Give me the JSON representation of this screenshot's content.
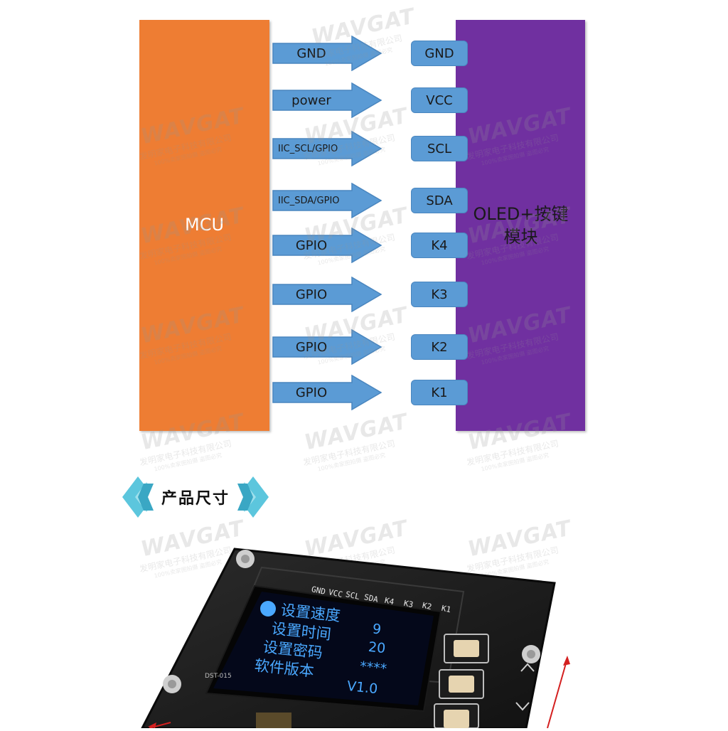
{
  "mcu": {
    "label": "MCU",
    "color": "#ee7d33"
  },
  "module": {
    "label_line1": "OLED+按键",
    "label_line2": "模块",
    "color": "#7030a0"
  },
  "arrow_color": "#5b9bd5",
  "connections": [
    {
      "signal": "GND",
      "pin": "GND"
    },
    {
      "signal": "power",
      "pin": "VCC"
    },
    {
      "signal": "IIC_SCL/GPIO",
      "pin": "SCL"
    },
    {
      "signal": "IIC_SDA/GPIO",
      "pin": "SDA"
    },
    {
      "signal": "GPIO",
      "pin": "K4"
    },
    {
      "signal": "GPIO",
      "pin": "K3"
    },
    {
      "signal": "GPIO",
      "pin": "K2"
    },
    {
      "signal": "GPIO",
      "pin": "K1"
    }
  ],
  "watermark": {
    "brand": "WAVGAT",
    "company": "发明家电子科技有限公司",
    "sub": "100%卖家图拍摄 盗图必究"
  },
  "section_title": "产品尺寸",
  "photo": {
    "header_pins": [
      "GND",
      "VCC",
      "SCL",
      "SDA",
      "K4",
      "K3",
      "K2",
      "K1"
    ],
    "screen_menu": [
      "设置速度",
      "设置时间",
      "设置密码",
      "软件版本"
    ],
    "screen_values": [
      "9",
      "20",
      "****",
      "V1.0"
    ],
    "board_label": "DST-015"
  }
}
